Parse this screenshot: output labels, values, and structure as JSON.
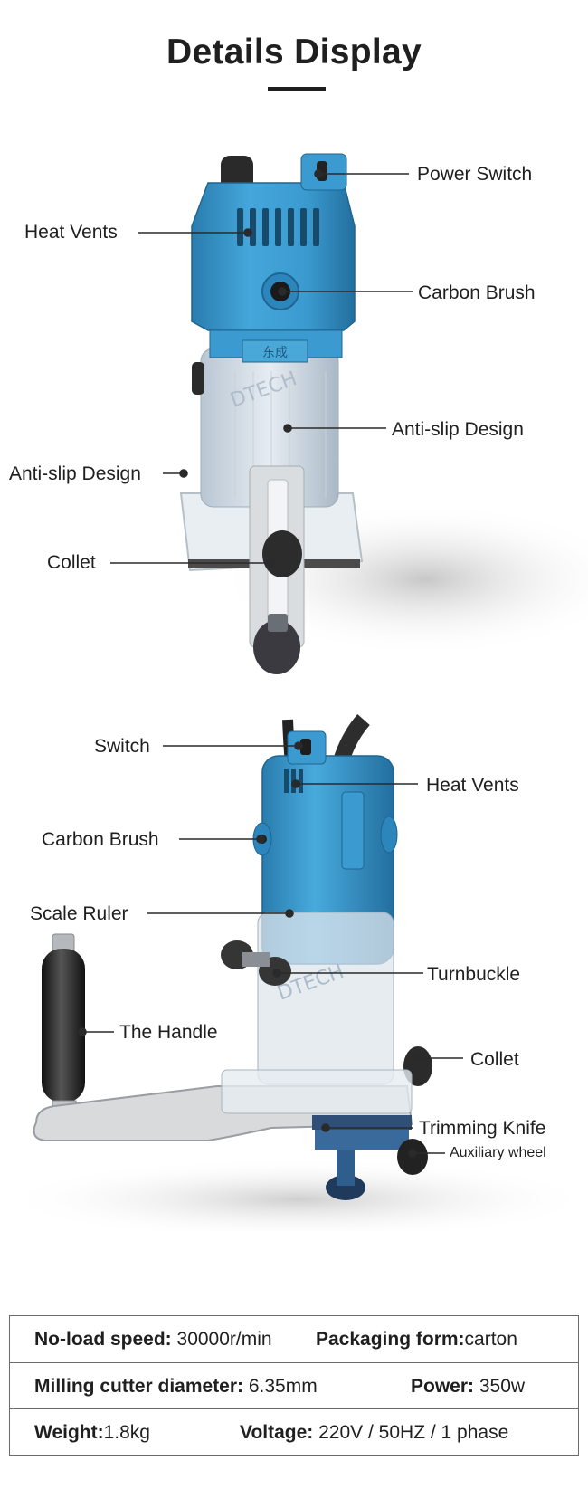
{
  "header": {
    "title": "Details Display"
  },
  "top_photo": {
    "callouts": {
      "power_switch": "Power Switch",
      "heat_vents": "Heat Vents",
      "carbon_brush": "Carbon Brush",
      "anti_slip_right": "Anti-slip Design",
      "anti_slip_left": "Anti-slip Design",
      "collet": "Collet"
    },
    "watermark": "DTECH",
    "badge_text": "东成"
  },
  "bottom_photo": {
    "callouts": {
      "switch": "Switch",
      "heat_vents": "Heat Vents",
      "carbon_brush": "Carbon Brush",
      "scale_ruler": "Scale Ruler",
      "turnbuckle": "Turnbuckle",
      "the_handle": "The Handle",
      "collet": "Collet",
      "trimming_knife": "Trimming Knife",
      "auxiliary_wheel": "Auxiliary wheel"
    },
    "watermark": "DTECH"
  },
  "specs": {
    "rows": [
      [
        {
          "label": "No-load speed:",
          "value": " 30000r/min"
        },
        {
          "label": "Packaging form:",
          "value": "carton"
        }
      ],
      [
        {
          "label": "Milling cutter diameter:",
          "value": " 6.35mm"
        },
        {
          "label": "Power:",
          "value": " 350w"
        }
      ],
      [
        {
          "label": "Weight:",
          "value": "1.8kg"
        },
        {
          "label": "Voltage:",
          "value": " 220V / 50HZ / 1 phase"
        }
      ]
    ]
  },
  "colors": {
    "tool_blue": "#3b9bd0",
    "tool_blue_dark": "#2a7cae",
    "text": "#1f1f1f",
    "border": "#6b6b6b"
  }
}
